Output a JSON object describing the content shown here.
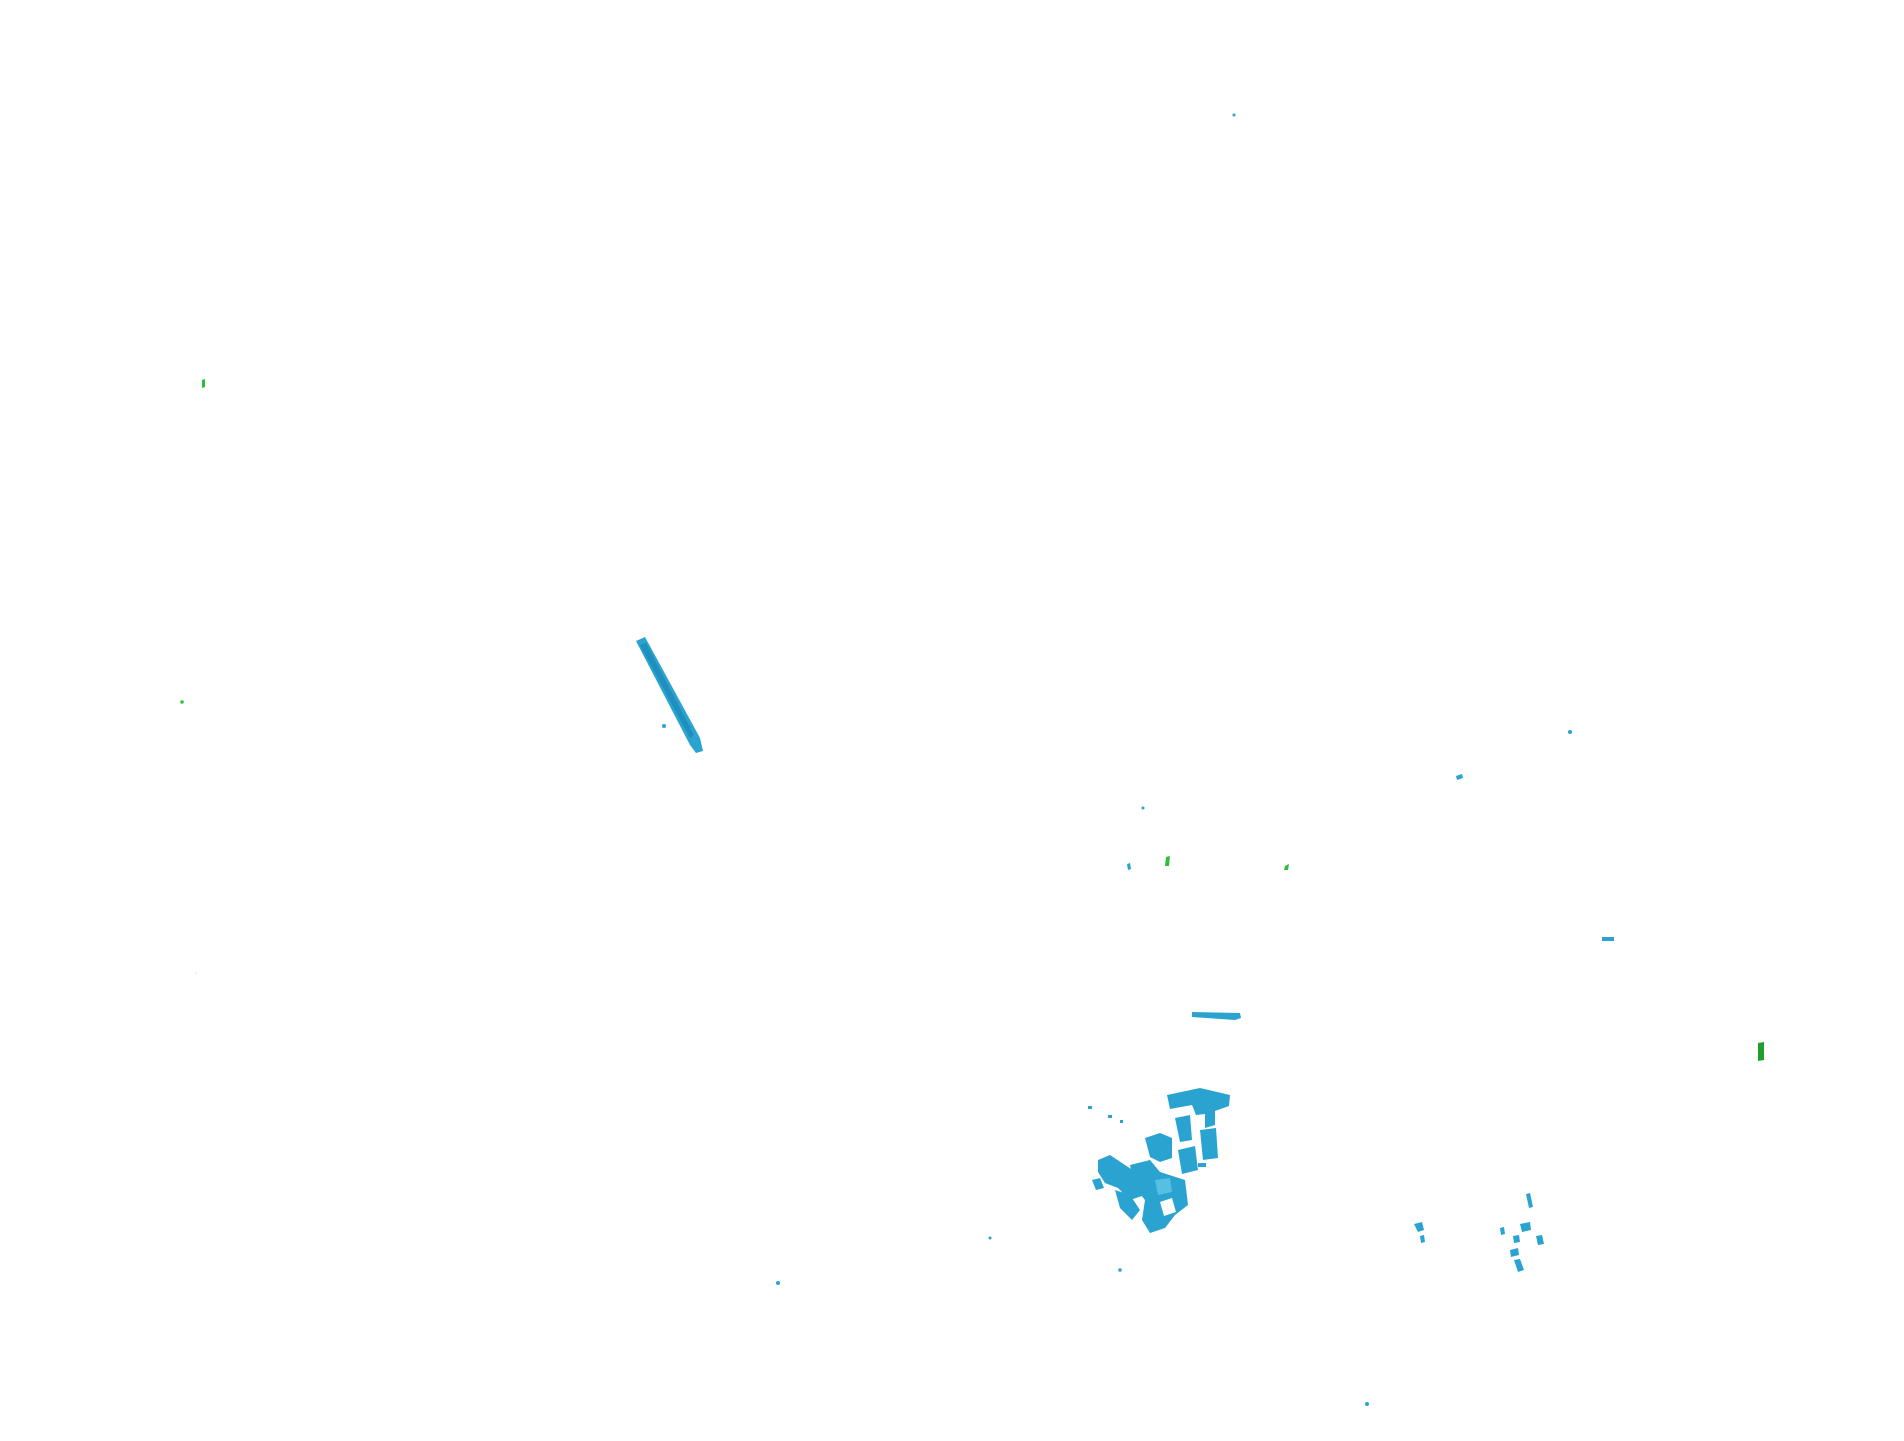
{
  "map": {
    "background": "#ffffff",
    "colors": {
      "blue": "#2aa3d0",
      "blue_dark": "#1e8fbf",
      "green": "#2fbf3f",
      "green_dark": "#1f9e2c"
    },
    "feature_kinds": [
      "elongated-structure",
      "building-cluster",
      "pier",
      "scattered-fragments",
      "vegetation-speck"
    ]
  }
}
